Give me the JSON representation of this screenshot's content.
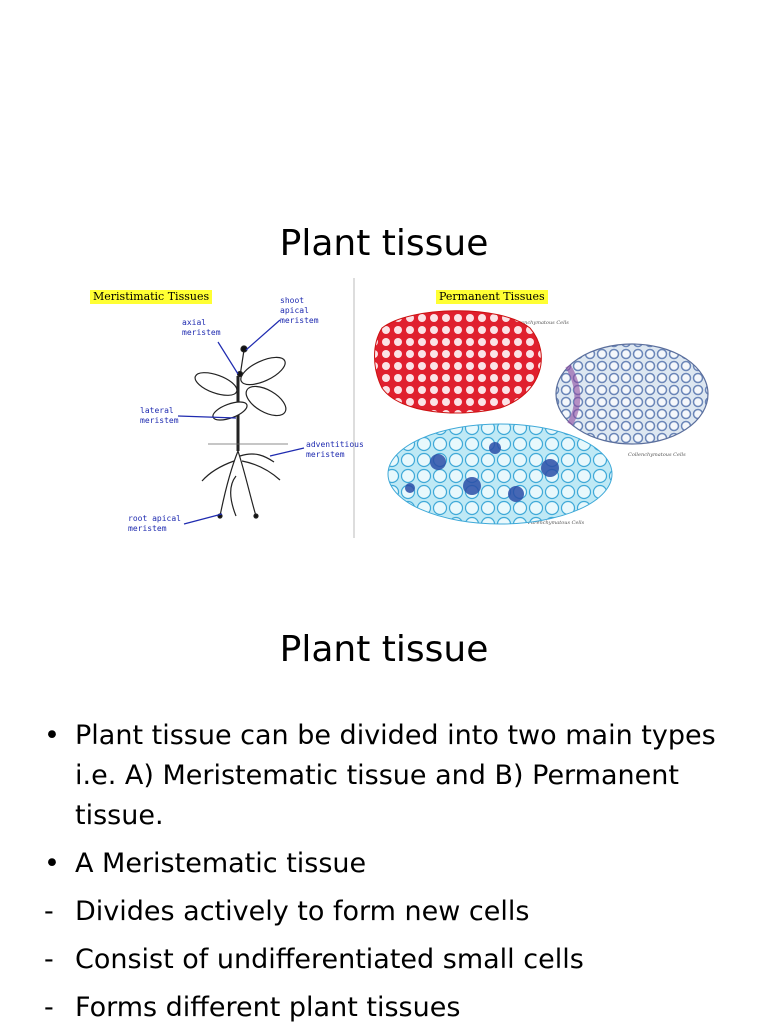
{
  "slide1": {
    "title": "Plant tissue",
    "figure": {
      "left_heading": "Meristimatic  Tissues",
      "right_heading": "Permanent Tissues",
      "labels": {
        "shoot_apical": "shoot\napical\nmeristem",
        "axial": "axial\nmeristem",
        "lateral": "lateral\nmeristem",
        "adventitious": "adventitious\nmeristem",
        "root_apical": "root apical\nmeristem"
      },
      "captions": {
        "sclerenchyma": "Sclerenchymatous Cells",
        "collenchyma": "Collenchymatous Cells",
        "parenchyma": "Parenchymatous Cells"
      },
      "colors": {
        "sclerenchyma": "#e0202e",
        "parenchyma": "#7fd0ea",
        "collenchyma": "#8fb0d8",
        "label": "#1f2bb0",
        "highlight": "#ffff33"
      }
    }
  },
  "slide2": {
    "title": "Plant tissue",
    "bullets": [
      {
        "marker": "•",
        "text": "Plant tissue can be divided into two main types i.e. A) Meristematic tissue and B) Permanent tissue."
      },
      {
        "marker": "•",
        "text": "A Meristematic tissue"
      },
      {
        "marker": "-",
        "text": "Divides actively to form new cells"
      },
      {
        "marker": "-",
        "text": "Consist of undifferentiated small cells"
      },
      {
        "marker": "-",
        "text": "Forms different plant tissues"
      }
    ]
  }
}
